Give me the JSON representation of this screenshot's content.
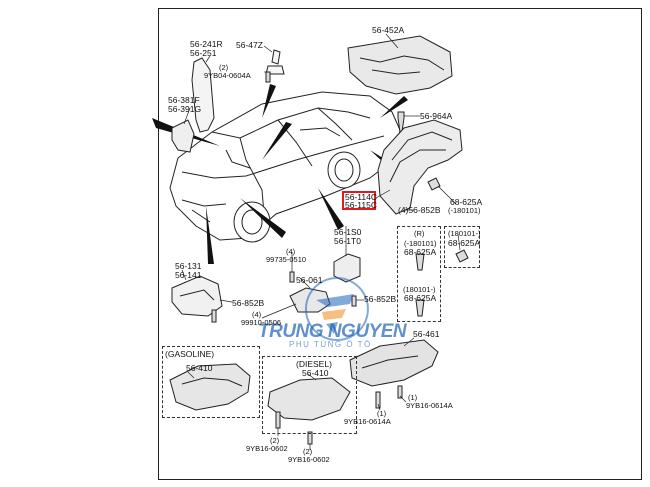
{
  "labels": {
    "l_56_241r": "56-241R",
    "l_56_251": "56-251",
    "l_56_47z": "56-47Z",
    "l_q2a": "(2)",
    "l_9yb04": "9YB04-0604A",
    "l_56_452a": "56-452A",
    "l_56_381f": "56-381F",
    "l_56_391g": "56-391G",
    "l_56_964a": "56-964A",
    "l_56_114c": "56-114C",
    "l_56_115c": "56-115C",
    "l_68_625a_top": "68-625A",
    "l_180101_top": "(-180101)",
    "l_4_56_852b": "(4)56-852B",
    "l_180101_b": "(180101-)",
    "l_68_625a_b": "68-625A",
    "l_r": "(R)",
    "l_180101_r1": "(-180101)",
    "l_68_625a_r1": "68-625A",
    "l_180101_r2": "(180101-)",
    "l_68_625a_r2": "68-625A",
    "l_56_1s0": "56-1S0",
    "l_56_1t0": "56-1T0",
    "l_q4a": "(4)",
    "l_99735": "99735-0510",
    "l_56_131": "56-131",
    "l_56_141": "56-141",
    "l_56_061": "56-061",
    "l_56_852b_left": "56-852B",
    "l_56_852b_mid": "56-852B",
    "l_q4b": "(4)",
    "l_99910": "99910-0506",
    "l_gasoline": "(GASOLINE)",
    "l_56_410_g": "56-410",
    "l_diesel": "(DIESEL)",
    "l_56_410_d": "56-410",
    "l_56_461": "56-461",
    "l_q1a": "(1)",
    "l_9yb16_a": "9YB16-0614A",
    "l_q1b": "(1)",
    "l_9yb16_b": "9YB16-0614A",
    "l_q2b": "(2)",
    "l_9yb16_0602a": "9YB16-0602",
    "l_q2c": "(2)",
    "l_9yb16_0602b": "9YB16-0602"
  },
  "watermark": {
    "brand": "TRUNG NGUYEN",
    "tagline": "PHỤ TÙNG Ô TÔ"
  },
  "colors": {
    "highlight": "#e0191e",
    "watermark_blue": "#1e63b8",
    "watermark_orange": "#f08a1c"
  }
}
